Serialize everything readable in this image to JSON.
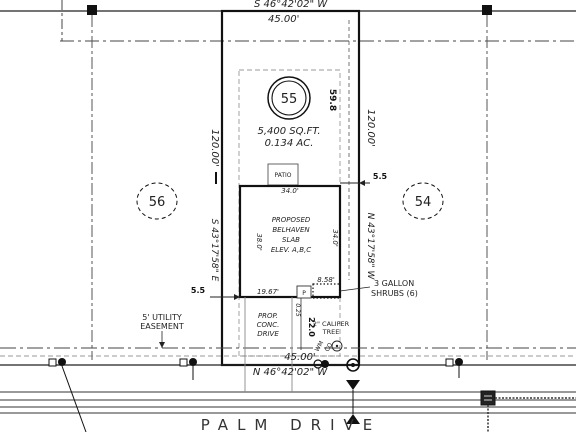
{
  "bearings": {
    "top": "S 46°42'02\" W",
    "bottom": "N 46°42'02\" W",
    "left": "S 43°17'58\" E",
    "right": "N 43°17'58\" W"
  },
  "frontage": {
    "top": "45.00'",
    "bottom": "45.00'"
  },
  "depth": {
    "left": "120.00'",
    "right": "120.00'"
  },
  "lot": {
    "number": "55",
    "area_sqft": "5,400 SQ.FT.",
    "area_ac": "0.134 AC.",
    "depth_dim": "59.8"
  },
  "neighbors": {
    "left": "56",
    "right": "54"
  },
  "patio_label": "PATIO",
  "house": {
    "line1": "PROPOSED",
    "line2": "BELHAVEN",
    "line3": "SLAB",
    "line4": "ELEV. A,B,C",
    "width_top": "34.0'",
    "width_left": "38.0'",
    "width_right": "34.0'",
    "setback_left": "19.67'",
    "setback_right": "8.58'",
    "porch": "P"
  },
  "dims": {
    "side_left": "5.5",
    "side_right": "5.5",
    "front_setback": "22.0",
    "small": "0.25"
  },
  "easement": {
    "line1": "5' UTILITY",
    "line2": "EASEMENT"
  },
  "drive": {
    "line1": "PROP.",
    "line2": "CONC.",
    "line3": "DRIVE"
  },
  "tree": {
    "line1": "2\" CALIPER",
    "line2": "TREE"
  },
  "shrubs": {
    "line1": "3 GALLON",
    "line2": "SHRUBS (6)"
  },
  "utility_tags": {
    "a": "WM",
    "b": "CO"
  },
  "street": "PALM DRIVE"
}
